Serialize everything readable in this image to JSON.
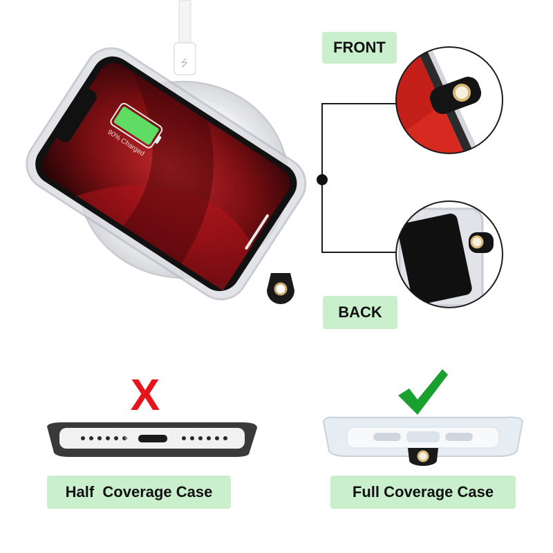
{
  "labels": {
    "front": "FRONT",
    "back": "BACK",
    "half": "Half  Coverage Case",
    "full": "Full Coverage Case"
  },
  "phone": {
    "charge_text": "90% Charged"
  },
  "marks": {
    "wrong": "X"
  },
  "colors": {
    "label_bg": "#c9efcd",
    "wrong": "#e8141c",
    "right": "#19a02e",
    "screen_red": "#8e1418"
  }
}
